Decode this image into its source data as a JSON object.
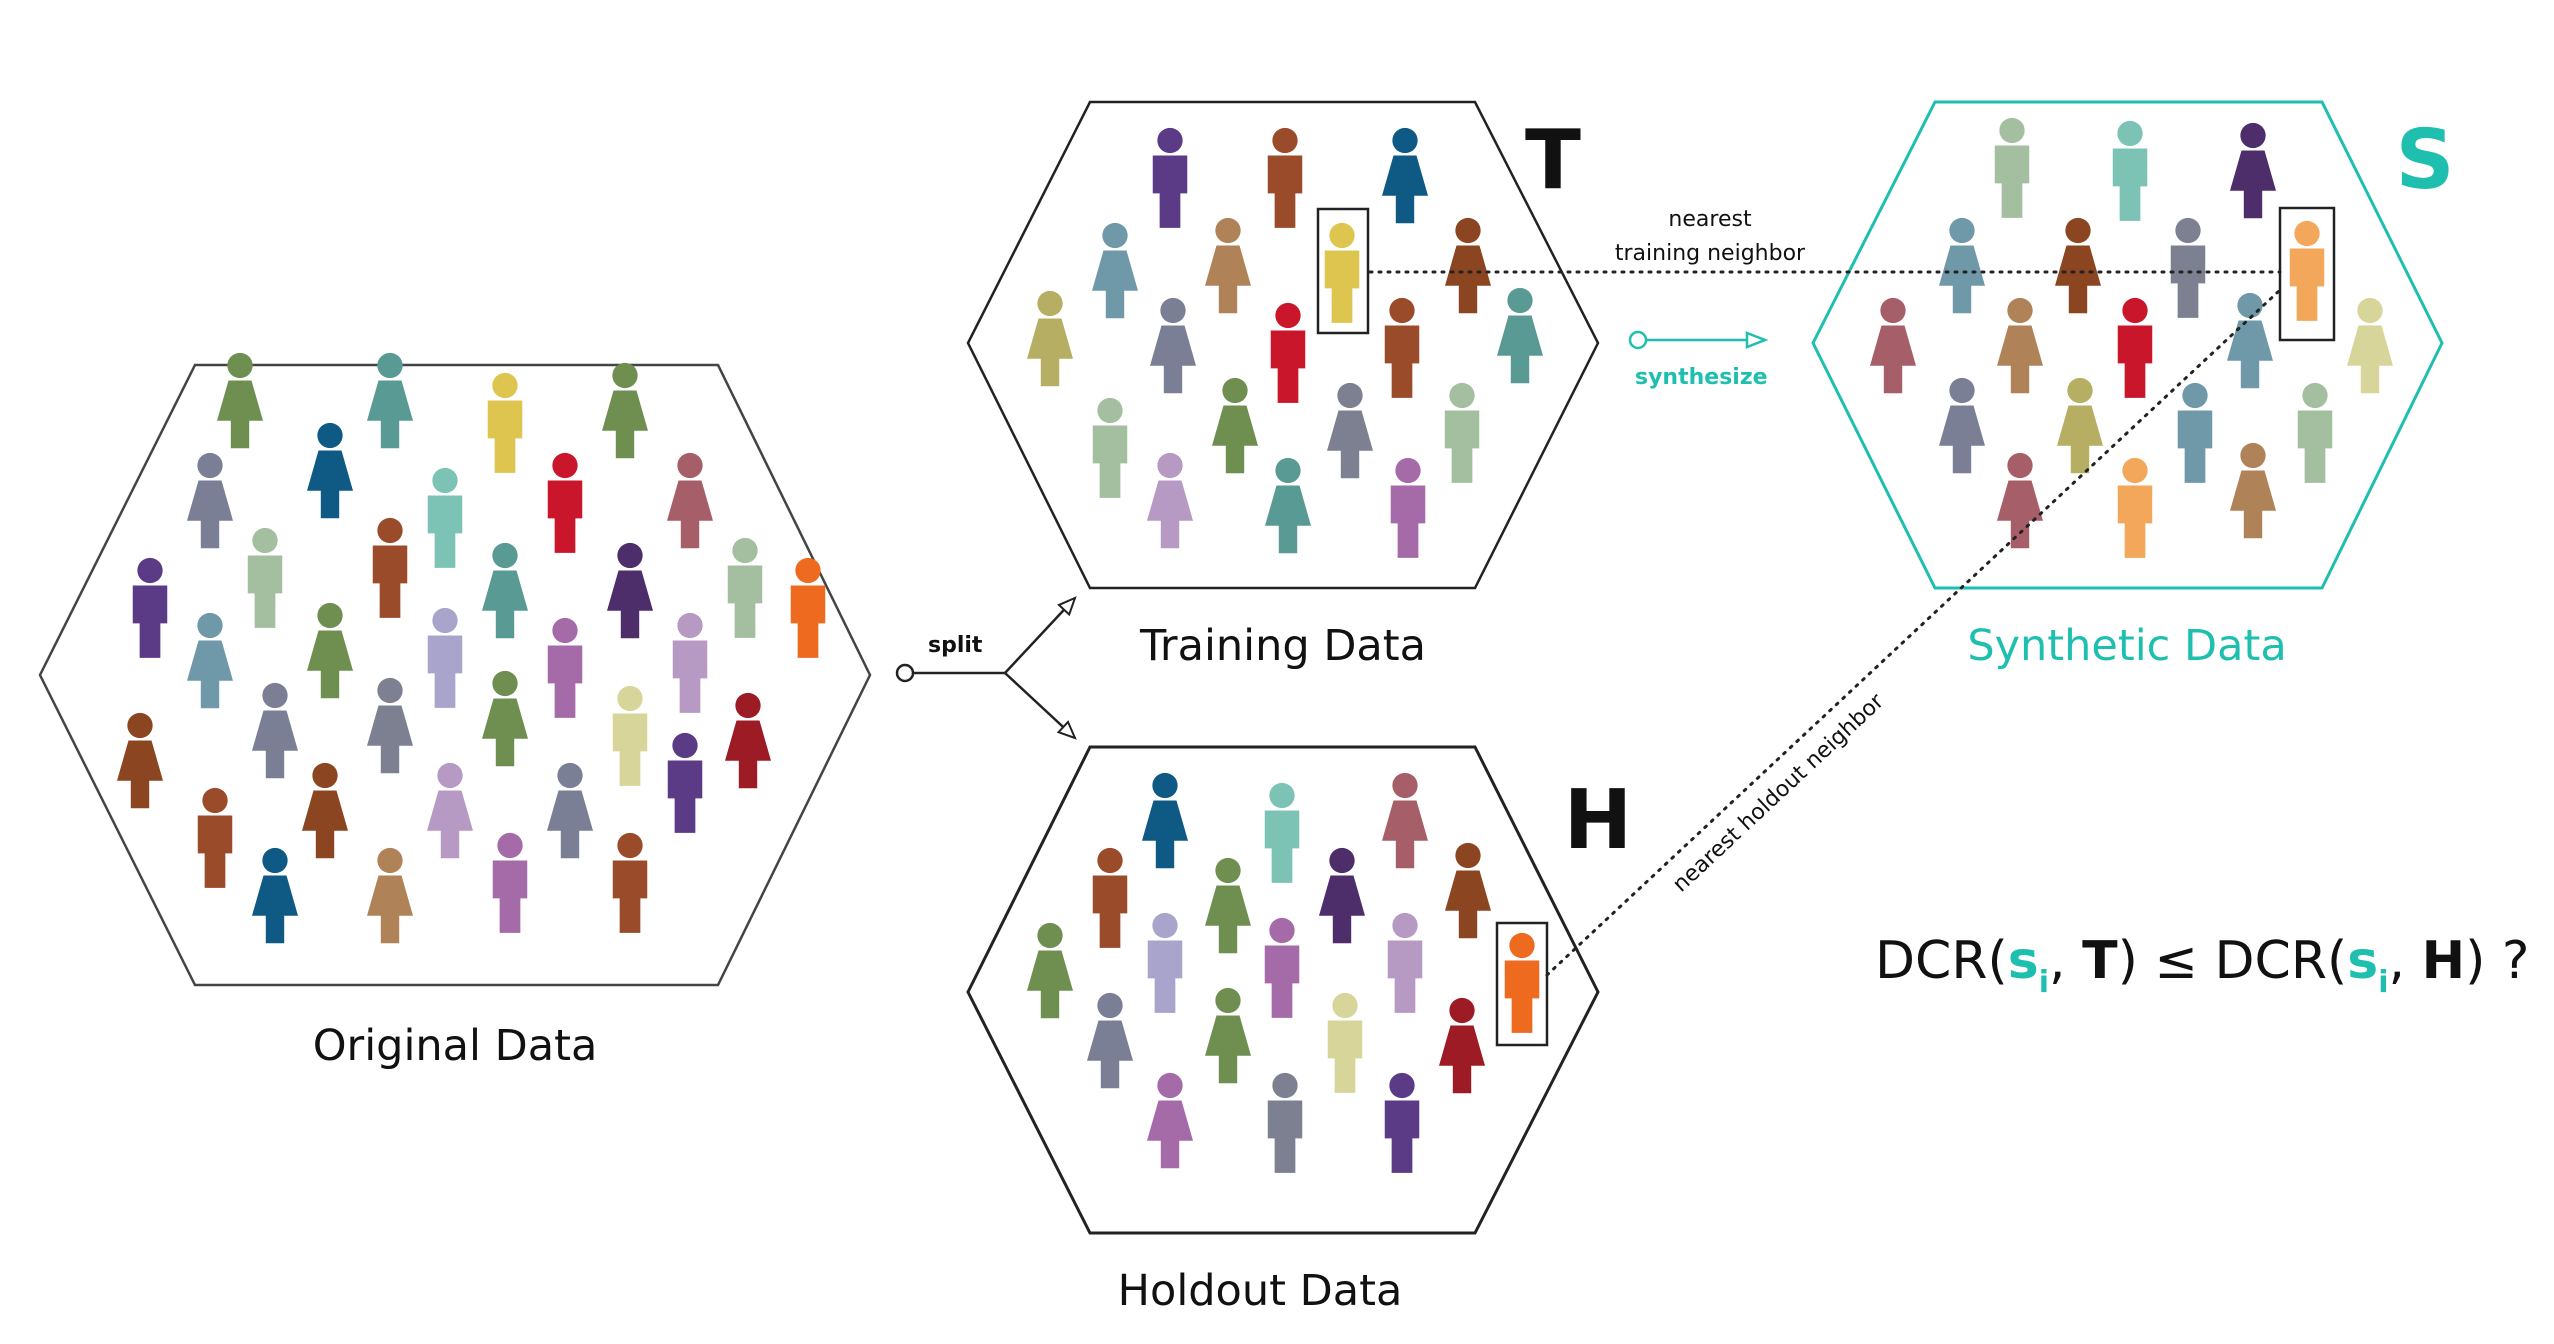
{
  "groups": {
    "original": {
      "label": "Original Data"
    },
    "training": {
      "label": "Training Data",
      "letter": "T"
    },
    "holdout": {
      "label": "Holdout Data",
      "letter": "H"
    },
    "synthetic": {
      "label": "Synthetic Data",
      "letter": "S"
    }
  },
  "annotations": {
    "split": "split",
    "synthesize": "synthesize",
    "nearest_training_line1": "nearest",
    "nearest_training_line2": "training neighbor",
    "nearest_holdout": "nearest holdout neighbor"
  },
  "formula": {
    "lhs_fn": "DCR(",
    "s": "s",
    "i": "i",
    "comma_T": ", ",
    "T": "T",
    "close_leq": ") ≤ DCR(",
    "comma_H": ", ",
    "H": "H",
    "close_q": ") ?"
  },
  "colors": {
    "teal_accent": "#1fbfb0",
    "outline": "#444444",
    "text": "#111111"
  }
}
